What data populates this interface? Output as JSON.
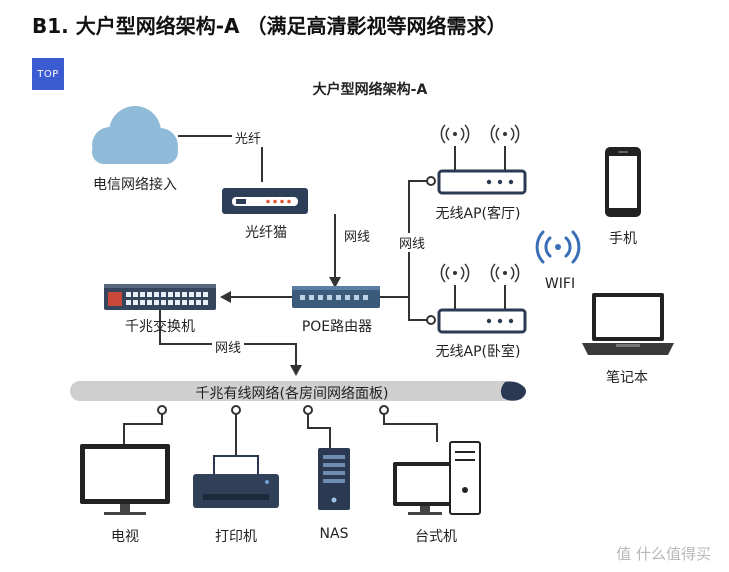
{
  "heading": "B1. 大户型网络架构-A （满足高清影视等网络需求）",
  "badge": "TOP",
  "diagram": {
    "title": "大户型网络架构-A",
    "nodes": {
      "telecom": "电信网络接入",
      "modem": "光纤猫",
      "poe_router": "POE路由器",
      "switch": "千兆交换机",
      "ap_living": "无线AP(客厅)",
      "ap_bedroom": "无线AP(卧室)",
      "phone": "手机",
      "laptop": "笔记本",
      "wifi": "WIFI",
      "tv": "电视",
      "printer": "打印机",
      "nas": "NAS",
      "desktop": "台式机"
    },
    "links": {
      "fiber": "光纤",
      "cable_modem_router": "网线",
      "cable_router_ap": "网线",
      "cable_switch_bus": "网线"
    },
    "bus": "千兆有线网络(各房间网络面板)"
  },
  "watermark": "值 什么值得买"
}
